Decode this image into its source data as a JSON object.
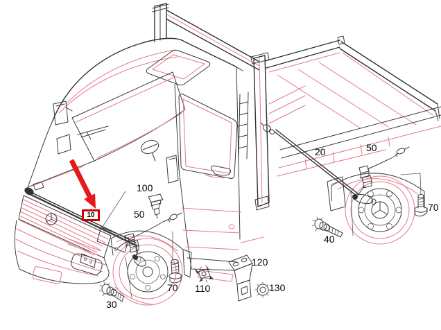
{
  "diagram": {
    "type": "parts-diagram",
    "subject": "truck-with-flatbed-line-art",
    "highlight": {
      "label": "10",
      "box_color": "#d40000",
      "arrow_color": "#e41a1a"
    },
    "callouts": [
      {
        "label": "10",
        "icon": "sensor-cable",
        "highlighted": true
      },
      {
        "label": "100",
        "icon": "plug-icon",
        "highlighted": false
      },
      {
        "label": "50",
        "icon": "connector-cable",
        "highlighted": false
      },
      {
        "label": "20",
        "icon": "sensor-cable",
        "highlighted": false
      },
      {
        "label": "50",
        "icon": "connector-cable",
        "highlighted": false
      },
      {
        "label": "70",
        "icon": "bolt-icon",
        "highlighted": false
      },
      {
        "label": "40",
        "icon": "screw-icon",
        "highlighted": false
      },
      {
        "label": "30",
        "icon": "screw-icon",
        "highlighted": false
      },
      {
        "label": "70",
        "icon": "bolt-icon",
        "highlighted": false
      },
      {
        "label": "110",
        "icon": "clip-nut-icon",
        "highlighted": false
      },
      {
        "label": "120",
        "icon": "bracket-icon",
        "highlighted": false
      },
      {
        "label": "130",
        "icon": "nut-icon",
        "highlighted": false
      }
    ],
    "colors": {
      "line": "#3b3b3b",
      "line_accent": "#e4798b",
      "highlight": "#e41a1a",
      "label_text": "#000000",
      "background": "#ffffff"
    }
  }
}
